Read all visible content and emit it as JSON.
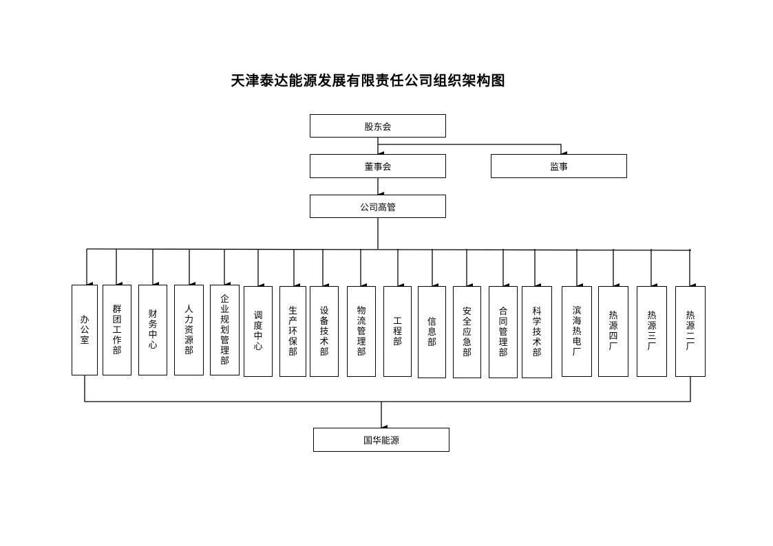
{
  "title": "天津泰达能源发展有限责任公司组织架构图",
  "top": {
    "shareholders": "股东会",
    "board": "董事会",
    "supervisor": "监事",
    "management": "公司高管"
  },
  "departments": [
    "办公室",
    "群团工作部",
    "财务中心",
    "人力资源部",
    "企业规划管理部",
    "调度中心",
    "生产环保部",
    "设备技术部",
    "物流管理部",
    "工程部",
    "信息部",
    "安全应急部",
    "合同管理部",
    "科学技术部",
    "滨海热电厂",
    "热源四厂",
    "热源三厂",
    "热源二厂"
  ],
  "bottom": "国华能源"
}
